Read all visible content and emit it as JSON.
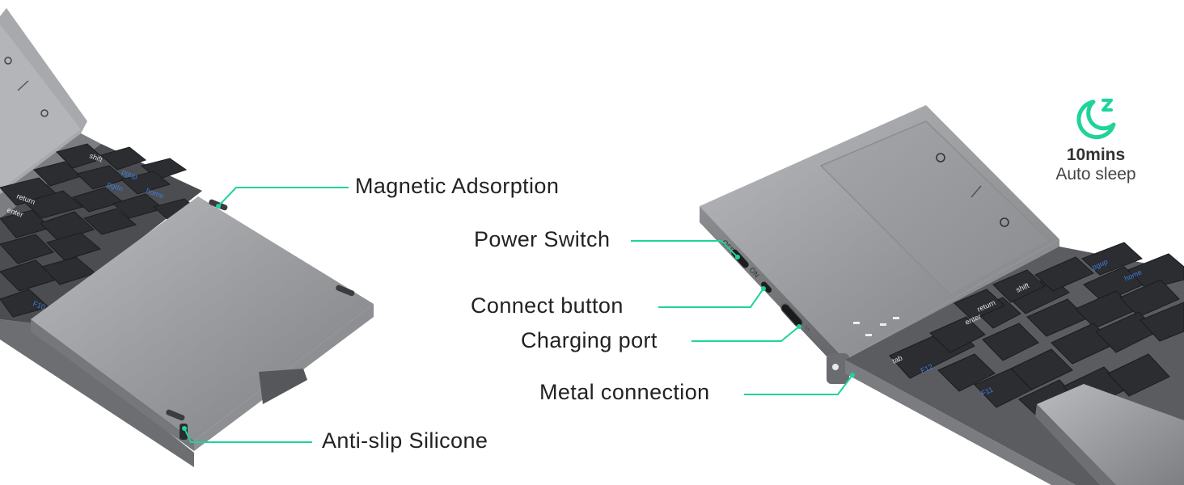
{
  "callouts": {
    "magnetic_adsorption": "Magnetic Adsorption",
    "anti_slip_silicone": "Anti-slip Silicone",
    "power_switch": "Power Switch",
    "connect_button": "Connect button",
    "charging_port": "Charging port",
    "metal_connection": "Metal connection"
  },
  "sleep_badge": {
    "time": "10mins",
    "description": "Auto sleep",
    "icon": "moon-sleep-icon"
  },
  "switch_labels": {
    "off": "OFF",
    "on": "ON"
  },
  "colors": {
    "accent": "#1fd39b",
    "text": "#222222",
    "keyboard_body": "#9ea0a3",
    "keycap": "#2b2d30",
    "key_legend_blue": "#3f7bdc"
  }
}
